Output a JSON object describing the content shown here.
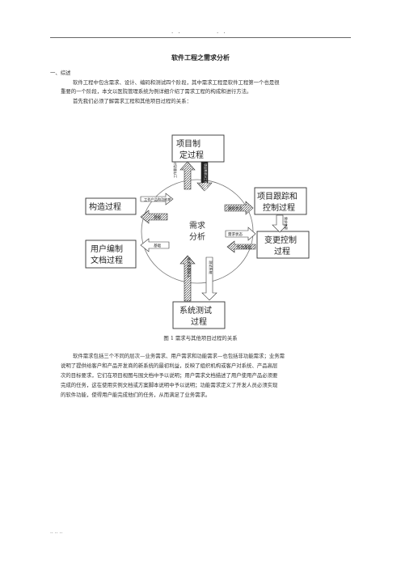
{
  "header": {
    "left_marks": ". .",
    "right_marks": ". ."
  },
  "doc": {
    "title": "软件工程之需求分析",
    "section": "一、综述",
    "para1_line1": "软件工程中包含需求、设计、编码和测试四个阶段，其中需求工程是软件工程第一个也是很",
    "para1_line2": "重要的一个阶段，本文以医院管理系统为例详细介绍了需求工程的构成和进行方法。",
    "para2": "首先我们必须了解需求工程和其他项目过程的关系：",
    "figure_caption": "图 1  需求与其他项目过程的关系",
    "para3_line1": "软件需求包括三个不同的层次—业务需求、用户需求和功能需求—也包括非功能需求；业务需",
    "para3_line2": "说明了提供给客户和产品开发商的新系统的最初利益，反映了组织机构或客户对系统、产品高层",
    "para3_line3": "次的目标要求，它们在项目视图与围文档中予以说明；用户需求文档描述了用户使用产品必须要",
    "para3_line4": "完成的任务，这在使用实例文档或方案脚本说明中予以说明；功能需求定义了开发人员必须实现",
    "para3_line5": "的软件功能，使得用户能完成他们的任务，从而满足了业务需求。"
  },
  "diagram": {
    "center": [
      "需求",
      "分析"
    ],
    "boxes": {
      "project_plan": [
        "项目制",
        "定过程"
      ],
      "construction": [
        "构造过程"
      ],
      "tracking": [
        "项目跟踪和",
        "控制过程"
      ],
      "change": [
        "变更控制",
        "过程"
      ],
      "user_docs": [
        "用户编制",
        "文档过程"
      ],
      "testing": [
        "系统测试",
        "过程"
      ]
    },
    "arrow_labels": {
      "top_up": "工作量估计",
      "top_down": "项目需求对工作的约束",
      "left_top": "工作产品和功能期",
      "left_mid": "基础",
      "left_bottom": "基础",
      "right_top": "跟踪状态",
      "right_mid": "需求状态",
      "right_low": "作为基础",
      "right_vertical": "需求变更",
      "bottom_left": "需求需要确认",
      "bottom_right": "测试系统"
    }
  },
  "footer": {
    "marks": "..   ..   .."
  }
}
